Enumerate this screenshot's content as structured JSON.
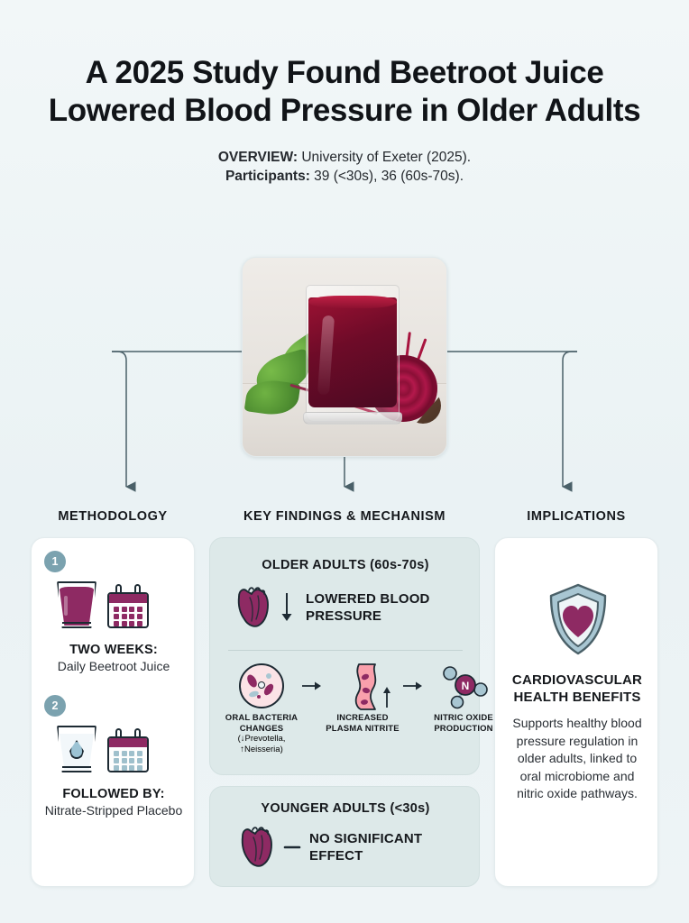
{
  "header": {
    "title": "A 2025 Study Found Beetroot Juice Lowered Blood Pressure in Older Adults",
    "overview_label": "OVERVIEW:",
    "overview_value": " University of Exeter (2025).",
    "participants_label": "Participants:",
    "participants_value": " 39 (<30s), 36 (60s-70s)."
  },
  "hero": {
    "alt": "glass of beetroot juice with halved beet and leaves"
  },
  "columns": {
    "methodology": "METHODOLOGY",
    "key_findings": "KEY FINDINGS & MECHANISM",
    "implications": "IMPLICATIONS"
  },
  "methodology": {
    "steps": [
      {
        "number": "1",
        "title": "TWO WEEKS:",
        "subtitle": "Daily Beetroot Juice",
        "glass_icon": "juice-glass-icon",
        "calendar_icon": "calendar-magenta-icon"
      },
      {
        "number": "2",
        "title": "FOLLOWED BY:",
        "subtitle": "Nitrate-Stripped Placebo",
        "glass_icon": "water-glass-icon",
        "calendar_icon": "calendar-blue-icon"
      }
    ]
  },
  "findings": {
    "older": {
      "heading": "OLDER ADULTS (60s-70s)",
      "result": "LOWERED BLOOD PRESSURE",
      "trend_icon": "arrow-down-icon",
      "heart_icon": "anatomical-heart-icon"
    },
    "mechanism": [
      {
        "icon": "petri-dish-bacteria-icon",
        "label": "ORAL BACTERIA CHANGES",
        "note": "(↓Prevotella, ↑Neisseria)"
      },
      {
        "icon": "blood-vessel-icon",
        "label": "INCREASED PLASMA NITRITE",
        "note": ""
      },
      {
        "icon": "nitric-oxide-molecule-icon",
        "label": "NITRIC OXIDE PRODUCTION",
        "note": ""
      }
    ],
    "mechanism_arrow": "→",
    "younger": {
      "heading": "YOUNGER ADULTS (<30s)",
      "result": "NO SIGNIFICANT EFFECT",
      "trend_icon": "no-change-dash-icon",
      "heart_icon": "anatomical-heart-icon"
    }
  },
  "implications": {
    "icon": "shield-heart-icon",
    "title": "CARDIOVASCULAR HEALTH BENEFITS",
    "body": "Supports healthy blood pressure regulation in older adults, linked to oral microbiome and nitric oxide pathways."
  },
  "colors": {
    "background": "#eef4f6",
    "magenta": "#8e2a63",
    "slate": "#7ba2af",
    "ink": "#15181c",
    "mint_card": "#dde9e9"
  }
}
